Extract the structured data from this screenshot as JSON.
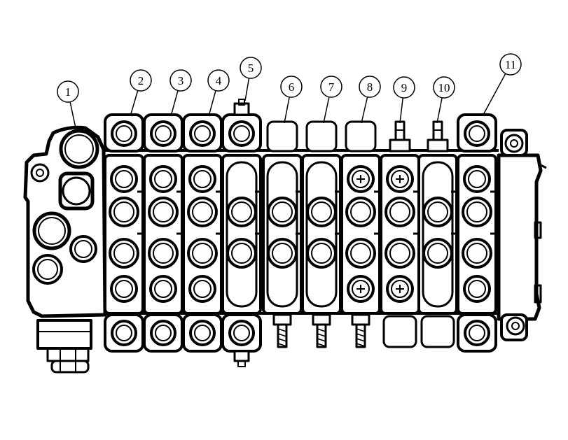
{
  "callouts": [
    {
      "label": "1"
    },
    {
      "label": "2"
    },
    {
      "label": "3"
    },
    {
      "label": "4"
    },
    {
      "label": "5"
    },
    {
      "label": "6"
    },
    {
      "label": "7"
    },
    {
      "label": "8"
    },
    {
      "label": "9"
    },
    {
      "label": "10"
    },
    {
      "label": "11"
    }
  ],
  "colors": {
    "ink": "#000000",
    "paper": "#ffffff"
  }
}
